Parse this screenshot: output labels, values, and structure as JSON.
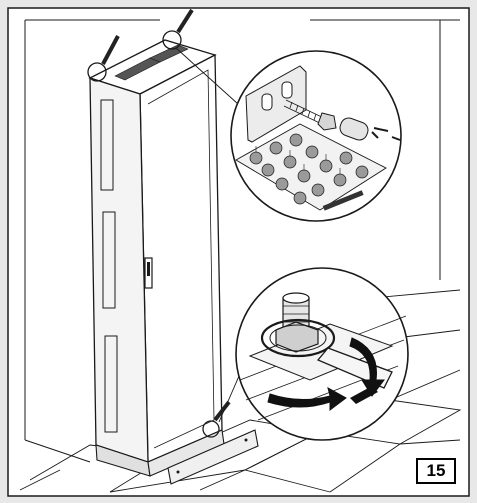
{
  "step_number": "15",
  "colors": {
    "background": "#e8e8e8",
    "panel": "#ffffff",
    "line": "#1a1a1a",
    "shade": "#cfcfcf",
    "arrow": "#111111"
  },
  "icons": [
    "cabinet-illustration",
    "anchor-bolt-detail",
    "nut-wrench-detail",
    "tightening-arrow-icon"
  ]
}
